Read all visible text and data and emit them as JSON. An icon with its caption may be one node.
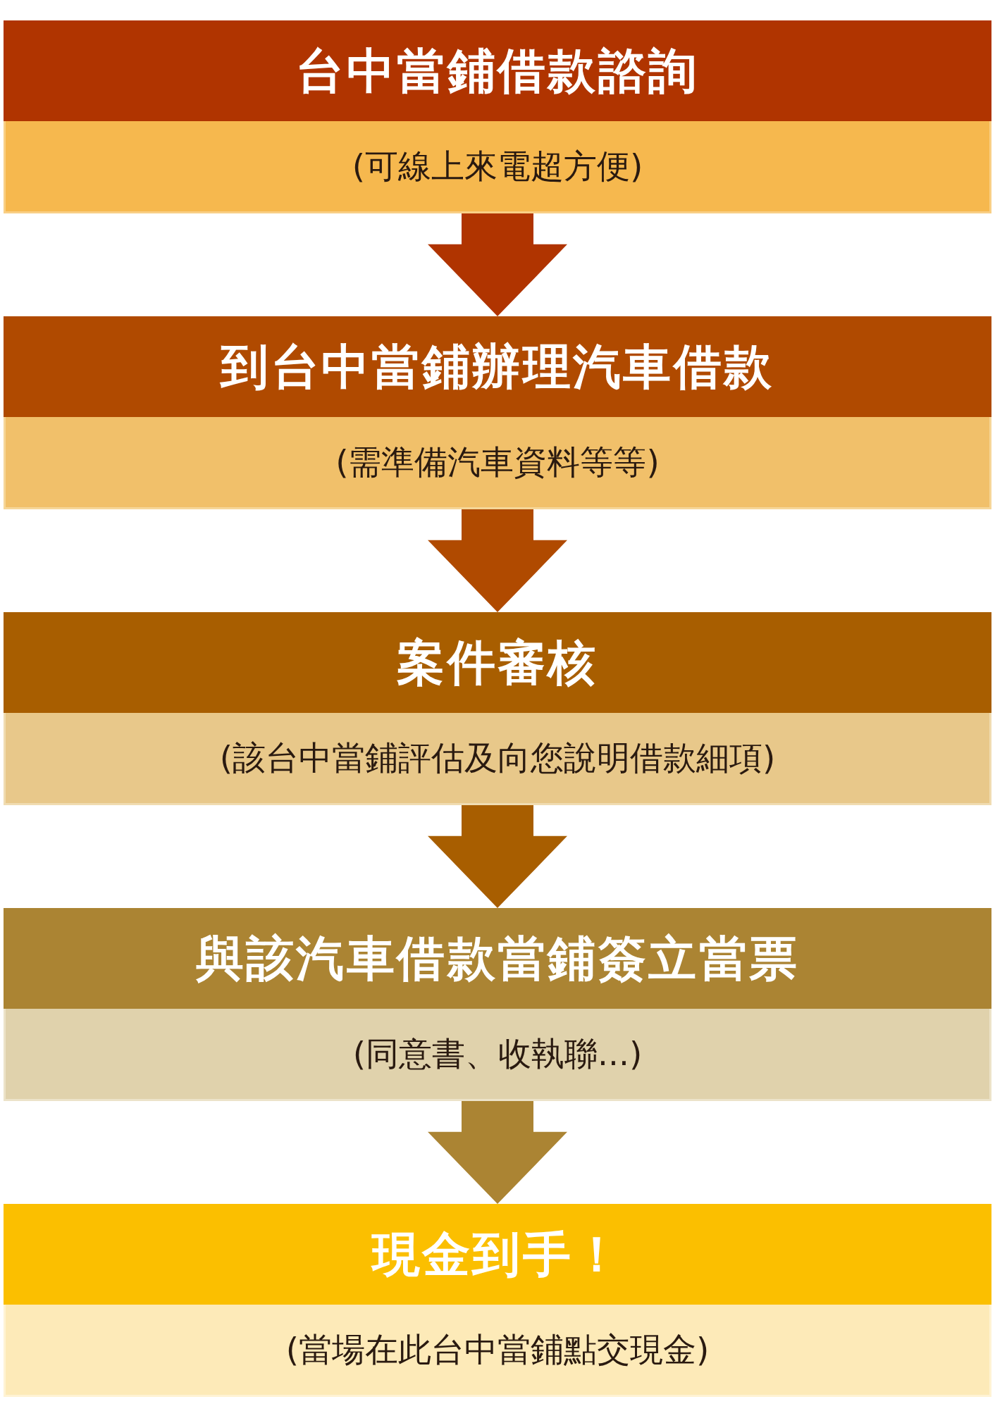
{
  "diagram": {
    "nodes": [
      {
        "text": [
          "台中當鋪借款諮詢",
          "(可線上來電超方便)"
        ]
      },
      {
        "text": [
          "到台中當鋪辦理汽車借款",
          "(需準備汽車資料等等)"
        ]
      },
      {
        "text": [
          "案件審核",
          "(該台中當鋪評估及向您說明借款細項)"
        ]
      },
      {
        "text": [
          "與該汽車借款當鋪簽立當票",
          "(同意書、收執聯...)"
        ]
      },
      {
        "text": [
          "現金到手！",
          "(當場在此台中當鋪點交現金)"
        ]
      }
    ],
    "edges": [
      {
        "from": 0,
        "to": 1,
        "arrow": "to",
        "style": "thick",
        "color": "#b03400"
      },
      {
        "from": 1,
        "to": 2,
        "arrow": "to",
        "style": "thick",
        "color": "#b04a00"
      },
      {
        "from": 2,
        "to": 3,
        "arrow": "to",
        "style": "thick",
        "color": "#a85e00"
      },
      {
        "from": 3,
        "to": 4,
        "arrow": "to",
        "style": "thick",
        "color": "#ab8433"
      }
    ]
  }
}
